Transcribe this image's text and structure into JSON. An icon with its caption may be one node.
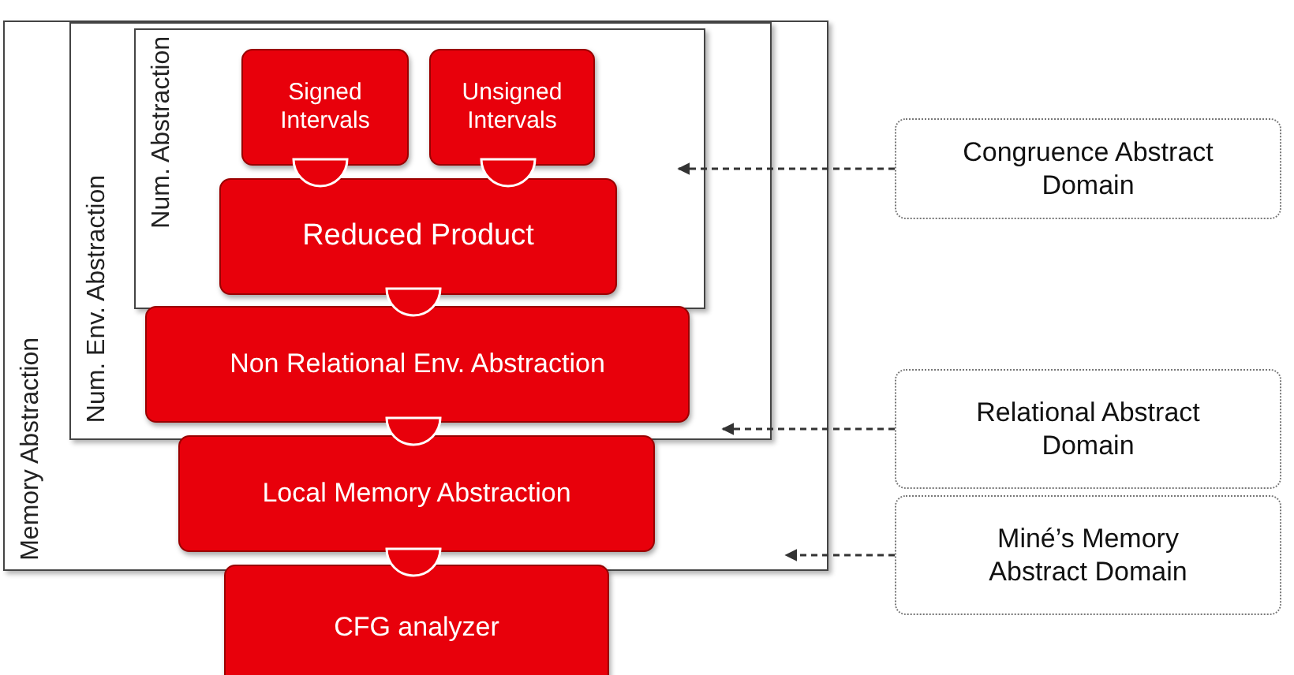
{
  "diagram": {
    "nodes": [
      {
        "text": [
          "Memory Abstraction"
        ]
      },
      {
        "text": [
          "Num. Env. Abstraction"
        ],
        "in": 0
      },
      {
        "text": [
          "Num. Abstraction"
        ],
        "in": 1
      },
      {
        "text": [
          "Signed Intervals"
        ],
        "in": 2
      },
      {
        "text": [
          "Unsigned Intervals"
        ],
        "in": 2
      },
      {
        "text": [
          "Reduced Product"
        ],
        "in": 2
      },
      {
        "text": [
          "Non Relational Env. Abstraction"
        ],
        "in": 1
      },
      {
        "text": [
          "Local Memory Abstraction"
        ],
        "in": 0
      },
      {
        "text": [
          "CFG analyzer"
        ]
      },
      {
        "text": [
          "Congruence Abstract Domain"
        ]
      },
      {
        "text": [
          "Relational Abstract Domain"
        ]
      },
      {
        "text": [
          "Miné’s Memory Abstract Domain"
        ]
      }
    ],
    "edges": [
      {
        "from": 9,
        "to": 2,
        "arrow": "to",
        "style": "dashed"
      },
      {
        "from": 10,
        "to": 1,
        "arrow": "to",
        "style": "dashed"
      },
      {
        "from": 11,
        "to": 0,
        "arrow": "to",
        "style": "dashed"
      }
    ]
  }
}
